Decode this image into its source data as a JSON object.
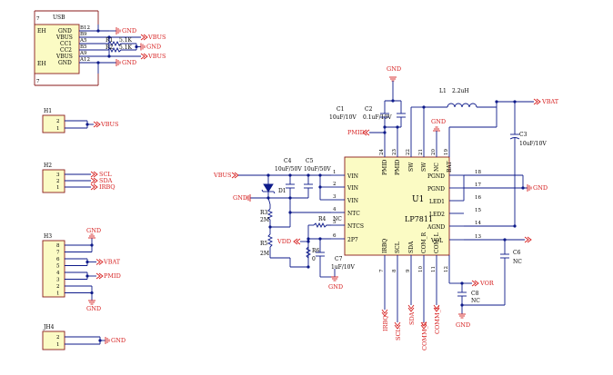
{
  "usb": {
    "ref": "USB",
    "pins": {
      "b12": "B12",
      "b9": "B9",
      "a5": "A5",
      "b5": "B5",
      "a9": "A9",
      "a12": "A12",
      "shell_top": "7",
      "shell_bottom": "7"
    },
    "names": {
      "eh_top": "EH",
      "eh_bottom": "EH",
      "gnd_top": "GND",
      "vbus_top": "VBUS",
      "cc1": "CC1",
      "cc2": "CC2",
      "vbus_bottom": "VBUS",
      "gnd_bottom": "GND"
    },
    "r1": {
      "ref": "R1",
      "value": "5.1K"
    },
    "r2": {
      "ref": "R2",
      "value": "5.1K"
    }
  },
  "headers": {
    "h1": {
      "ref": "H1",
      "pins": [
        "2",
        "1"
      ]
    },
    "h2": {
      "ref": "H2",
      "pins": [
        "3",
        "2",
        "1"
      ]
    },
    "h3": {
      "ref": "H3",
      "pins": [
        "8",
        "7",
        "6",
        "5",
        "4",
        "3",
        "2",
        "1"
      ]
    },
    "jh4": {
      "ref": "JH4",
      "pins": [
        "2",
        "1"
      ]
    }
  },
  "nets": {
    "gnd": "GND",
    "vbus": "VBUS",
    "vbat": "VBAT",
    "pmid": "PMID",
    "scl": "SCL",
    "sda": "SDA",
    "irbq": "IRBQ",
    "vdd": "VDD",
    "vor": "VOR",
    "comm_r": "COMM_R",
    "comm_l": "COMM_L"
  },
  "ic": {
    "ref": "U1",
    "part": "LP7811",
    "left_pins": [
      {
        "num": "1",
        "name": "VIN"
      },
      {
        "num": "2",
        "name": "VIN"
      },
      {
        "num": "3",
        "name": "VIN"
      },
      {
        "num": "4",
        "name": "NTC"
      },
      {
        "num": "5",
        "name": "NTCS"
      },
      {
        "num": "6",
        "name": "2P7"
      }
    ],
    "right_pins": [
      {
        "num": "18",
        "name": "PGND"
      },
      {
        "num": "17",
        "name": "PGND"
      },
      {
        "num": "16",
        "name": "LED1"
      },
      {
        "num": "15",
        "name": "LED2"
      },
      {
        "num": "14",
        "name": "AGND"
      },
      {
        "num": "13",
        "name": "VOL"
      },
      {
        "num": "12",
        "name": ""
      }
    ],
    "top_pins": [
      {
        "num": "24",
        "name": "PMID"
      },
      {
        "num": "23",
        "name": "PMID"
      },
      {
        "num": "22",
        "name": "SW"
      },
      {
        "num": "21",
        "name": "SW"
      },
      {
        "num": "20",
        "name": "NC"
      },
      {
        "num": "19",
        "name": "BAT"
      }
    ],
    "bottom_pins": [
      {
        "num": "7",
        "name": "IRBQ"
      },
      {
        "num": "8",
        "name": "SCL"
      },
      {
        "num": "9",
        "name": "SDA"
      },
      {
        "num": "10",
        "name": "COM_R"
      },
      {
        "num": "11",
        "name": "COM_L"
      }
    ]
  },
  "components": {
    "l1": {
      "ref": "L1",
      "value": "2.2uH"
    },
    "c1": {
      "ref": "C1",
      "value": "10uF/10V"
    },
    "c2": {
      "ref": "C2",
      "value": "0.1uF/10V"
    },
    "c3": {
      "ref": "C3",
      "value": "10uF/10V"
    },
    "c4": {
      "ref": "C4",
      "value": "10uF/50V"
    },
    "c5": {
      "ref": "C5",
      "value": "10uF/50V"
    },
    "c6": {
      "ref": "C6",
      "value": "NC"
    },
    "c7": {
      "ref": "C7",
      "value": "1uF/10V"
    },
    "c8": {
      "ref": "C8",
      "value": "NC"
    },
    "d1": {
      "ref": "D1"
    },
    "r3": {
      "ref": "R3",
      "value": "2M"
    },
    "r4": {
      "ref": "R4",
      "value": "NC"
    },
    "r5": {
      "ref": "R5",
      "value": "2M"
    },
    "r6": {
      "ref": "R6",
      "value": "0"
    }
  }
}
